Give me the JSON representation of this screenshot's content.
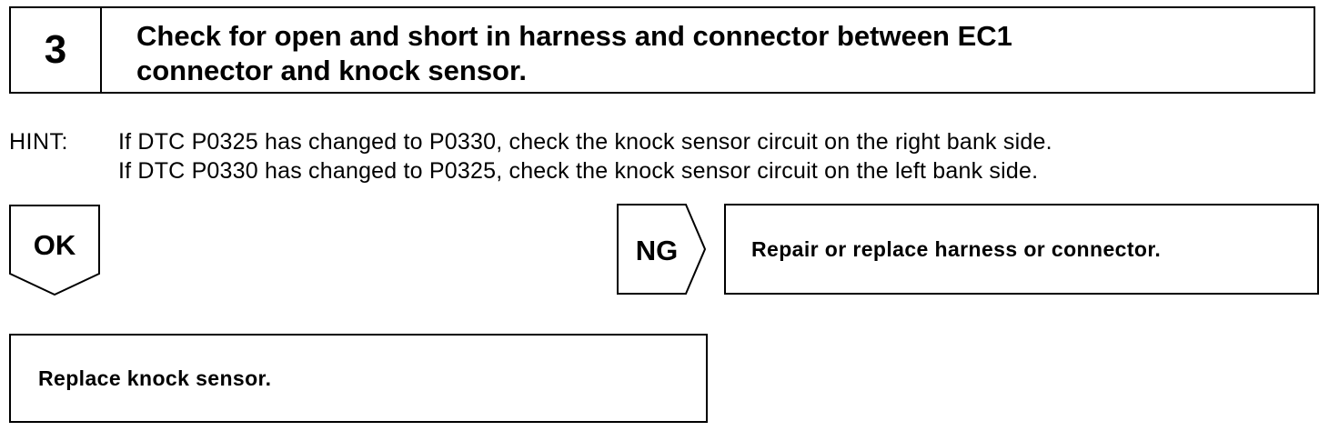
{
  "step": {
    "number": "3",
    "title_line1": "Check for open and short in harness and connector between EC1",
    "title_line2": "connector and knock sensor."
  },
  "hint": {
    "label": "HINT:",
    "lines": [
      "If DTC P0325 has changed to P0330, check the knock sensor circuit on the right bank side.",
      "If DTC P0330 has changed to P0325, check the knock sensor circuit on the left bank side."
    ]
  },
  "results": {
    "ok_label": "OK",
    "ng_label": "NG",
    "ng_action": "Repair or replace harness or connector.",
    "ok_action": "Replace knock sensor."
  }
}
